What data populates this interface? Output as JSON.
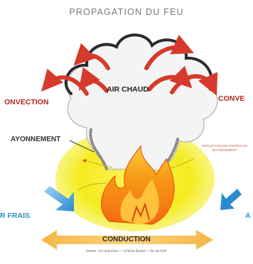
{
  "title": "PROPAGATION DU FEU",
  "labels": {
    "convection_left": "ONVECTION",
    "convection_right": "CONVE",
    "air_chaud": "AIR CHAUD",
    "rayonnement": "AYONNEMENT",
    "reflection": "REFLECTION DE PARTIES DU RAYONNEMENT",
    "air_frais_left": "R FRAIS",
    "air_frais_right": "A",
    "conduction": "CONDUCTION",
    "caption": "Dessin : la conduction — schéma illustré — feu de forêt"
  },
  "colors": {
    "convection": "#d63a2c",
    "smoke_outline": "#2b2b2b",
    "radiation_glow": "#f2ea16",
    "flame_outer": "#f08a12",
    "flame_inner": "#ffd23a",
    "cool_air": "#3a9ad9",
    "conduction": "#f2b23a"
  }
}
